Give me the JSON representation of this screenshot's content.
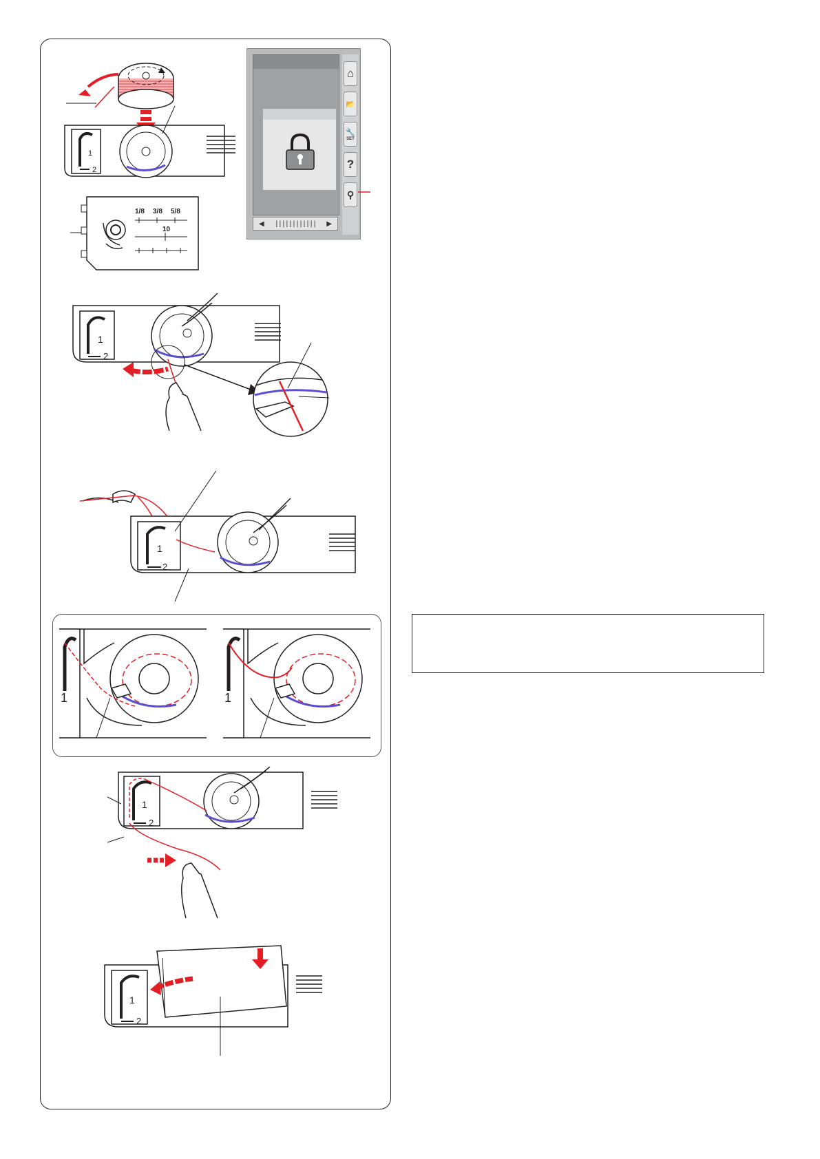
{
  "page": {
    "type": "sewing-machine-manual-page"
  },
  "needle_plate": {
    "scale_labels": [
      "1/8",
      "3/8",
      "5/8"
    ],
    "seam_guide_label": "10"
  },
  "bobbin_holder": {
    "arrow_labels": [
      "1",
      "2"
    ]
  },
  "lcd": {
    "scroll_left": "◀",
    "scroll_ticks": "||||||||||||",
    "scroll_right": "▶",
    "side_buttons": [
      {
        "icon": "home-icon",
        "glyph": "⌂"
      },
      {
        "icon": "folder-icon",
        "glyph": "📂"
      },
      {
        "icon": "wrench-icon",
        "glyph": "🔧",
        "sub": "SET"
      },
      {
        "icon": "help-icon",
        "glyph": "?"
      },
      {
        "icon": "presser-foot-icon",
        "glyph": "⚲"
      }
    ],
    "dialog_icon": "lock-icon"
  },
  "colors": {
    "thread": "#e31e24",
    "spring": "#5a4fcf",
    "ink": "#231f20",
    "lcd_bg": "#9fa2a4"
  },
  "note_box": {
    "text": ""
  }
}
